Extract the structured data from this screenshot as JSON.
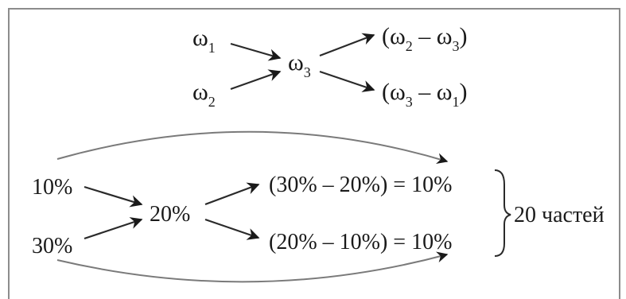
{
  "top": {
    "omega": "ω",
    "w1_sub": "1",
    "w2_sub": "2",
    "w3_sub": "3",
    "out1": {
      "open": "(ω",
      "s1": "2",
      "minus": " – ω",
      "s2": "3",
      "close": ")"
    },
    "out2": {
      "open": "(ω",
      "s1": "3",
      "minus": " – ω",
      "s2": "1",
      "close": ")"
    }
  },
  "bottom": {
    "left1": "10%",
    "left2": "30%",
    "middle": "20%",
    "result1": "(30% – 20%) = 10%",
    "result2": "(20% – 10%) = 10%",
    "total": "20 частей"
  }
}
